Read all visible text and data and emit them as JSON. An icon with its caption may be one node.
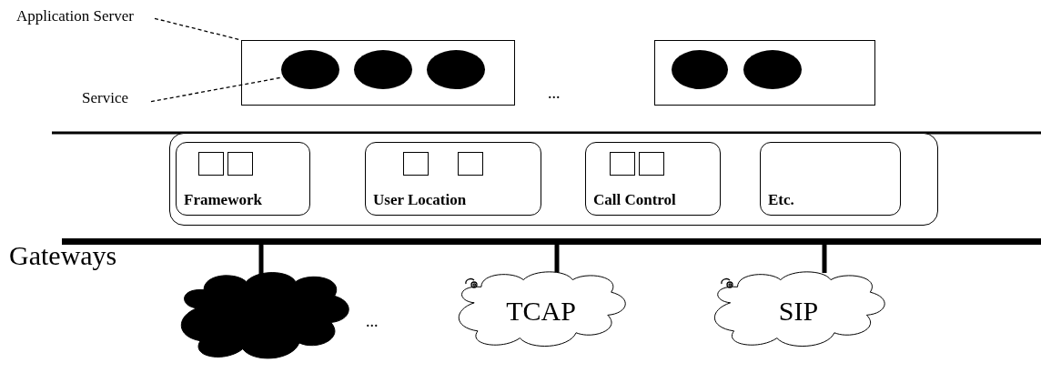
{
  "diagram": {
    "nodes": [
      {
        "text": [
          "Application Server"
        ]
      },
      {
        "text": [
          "Service"
        ]
      },
      {
        "text": [],
        "shape": "box"
      },
      {
        "text": [],
        "shape": "circle",
        "in": 2
      },
      {
        "text": [],
        "shape": "circle",
        "in": 2
      },
      {
        "text": [],
        "shape": "circle",
        "in": 2
      },
      {
        "text": [],
        "shape": "box"
      },
      {
        "text": [],
        "shape": "circle",
        "in": 6
      },
      {
        "text": [],
        "shape": "circle",
        "in": 6
      },
      {
        "text": [],
        "shape": "box"
      },
      {
        "text": [
          "Framework"
        ],
        "in": 9
      },
      {
        "text": [
          "User Location"
        ],
        "in": 9
      },
      {
        "text": [
          "Call Control"
        ],
        "in": 9
      },
      {
        "text": [
          "Etc."
        ],
        "in": 9
      },
      {
        "text": [],
        "shape": "bar"
      },
      {
        "text": [],
        "shape": "cloud"
      },
      {
        "text": [
          "TCAP"
        ]
      },
      {
        "text": [
          "SIP"
        ]
      }
    ],
    "edges": [
      {
        "from": 0,
        "to": 2,
        "arrow": "none",
        "style": "dashed"
      },
      {
        "from": 1,
        "to": 3,
        "arrow": "none",
        "style": "dashed"
      },
      {
        "from": 14,
        "to": 15,
        "arrow": "none"
      },
      {
        "from": 14,
        "to": 16,
        "arrow": "none"
      },
      {
        "from": 14,
        "to": 17,
        "arrow": "none"
      }
    ],
    "labels": [
      "...",
      "...",
      "Gateways"
    ]
  }
}
